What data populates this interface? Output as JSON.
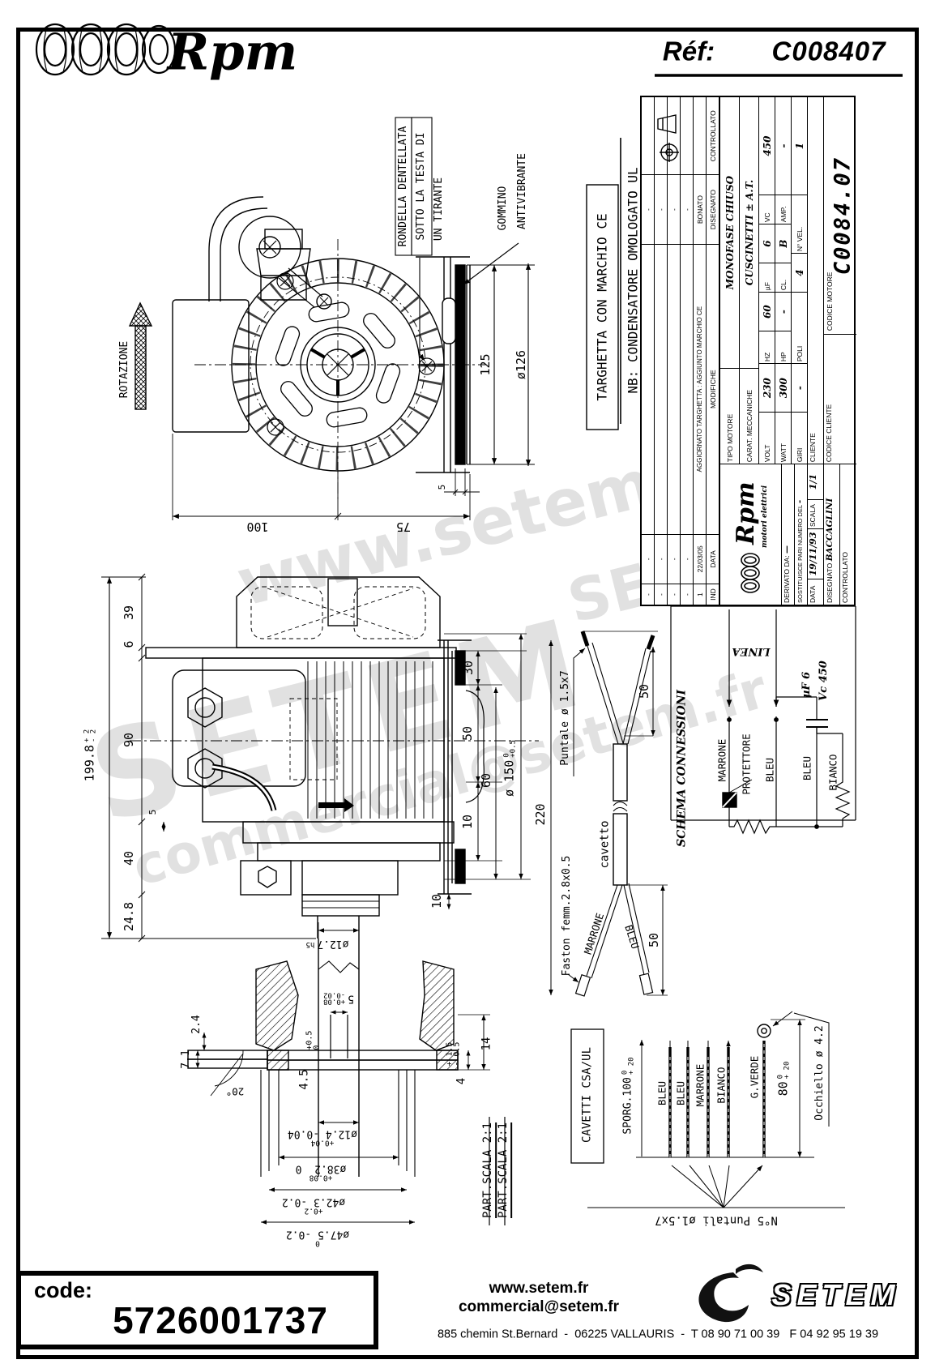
{
  "header": {
    "brand": "Rpm",
    "ref_label": "Réf:",
    "ref_value": "C008407"
  },
  "watermark": {
    "line1": "www.setem.fr",
    "line2": "SETEM",
    "line3": "commercial@setem.fr",
    "line4": "SETEM.fr"
  },
  "v1": {
    "rotazione": "ROTAZIONE",
    "rondella1": "RONDELLA DENTELLATA",
    "rondella2": "SOTTO LA TESTA DI",
    "rondella3": "UN TIRANTE",
    "gommino1": "GOMMINO",
    "gommino2": "ANTIVIBRANTE",
    "d125": "125",
    "d126": "ø126",
    "d5": "5",
    "d100": "100",
    "d75": "75"
  },
  "notes": {
    "targhetta": "TARGHETTA CON MARCHIO CE",
    "nb": "NB: CONDENSATORE OMOLOGATO UL"
  },
  "v2": {
    "d39": "39",
    "d6": "6",
    "d90": "90",
    "d40": "40",
    "d248": "24.8",
    "total": "199.8",
    "tp": "+ 2",
    "tm": "- 2",
    "d5": "5",
    "d30": "30",
    "d50": "50",
    "d10": "10",
    "d60": "60",
    "d150": "ø 150",
    "d150a": "0",
    "d150b": "+0.5",
    "d10b": "10"
  },
  "cable": {
    "d220": "220",
    "d50top": "50",
    "d50bot": "50",
    "cavetto": "cavetto",
    "puntale": "Puntale ø 1.5x7",
    "faston": "Faston femm.2.8x0.5",
    "marrone": "MARRONE",
    "bleu": "BLEU"
  },
  "schema": {
    "title": "SCHEMA CONNESSIONI",
    "linea": "LINEA",
    "marrone": "MARRONE",
    "protettore": "PROTETTORE",
    "bleu1": "BLEU",
    "bleu2": "BLEU",
    "bianco": "BIANCO",
    "uf": "µF 6",
    "vc": "Vc 450"
  },
  "cavetti": {
    "box": "CAVETTI CSA/UL",
    "sporg": "SPORG.100",
    "sporg_a": "0",
    "sporg_b": "+ 20",
    "w1": "BLEU",
    "w2": "BLEU",
    "w3": "MARRONE",
    "w4": "BIANCO",
    "w5": "G.VERDE",
    "d80": "80",
    "d80a": "0",
    "d80b": "+ 20",
    "occhiello": "Occhiello ø 4.2",
    "puntali": "N°5 Puntali ø1.5x7"
  },
  "detail": {
    "scala1": "PART.SCALA 2:1",
    "scala2": "PART.SCALA 2:1",
    "d127": "ø12.7",
    "d127t": "h5",
    "key": "5",
    "keya": "+0.08",
    "keyb": "-0.02",
    "d24": "2.4",
    "d71": "7.1",
    "ang": "20°",
    "d45": "4.5",
    "d45a": "+0.5",
    "d45b": "0",
    "d14": "14",
    "d14a": "+ 1.5",
    "d14b": "- 0.5",
    "d4": "4",
    "d124a": "+0.04",
    "d124": "ø12.4 -0.04",
    "d382a": "+0.08",
    "d382": "ø38.2  0",
    "d423a": "+0.2",
    "d423": "ø42.3 -0.2",
    "d475a": "0",
    "d475": "ø47.5 -0.2"
  },
  "tb": {
    "rev": {
      "headers": [
        "IND",
        "DATA",
        "MODIFICHE",
        "DISEGNATO",
        "CONTROLLATO"
      ],
      "rows": [
        [
          "-",
          "-",
          "",
          "-",
          ""
        ],
        [
          "-",
          "-",
          "",
          "-",
          ""
        ],
        [
          "-",
          "-",
          "",
          "-",
          ""
        ],
        [
          "-",
          "-",
          "",
          "-",
          ""
        ],
        [
          "1",
          "22/03/05",
          "AGGIORNATO TARGHETTA : AGGIUNTO MARCHIO CE",
          "BONATO",
          ""
        ]
      ]
    },
    "tipo_label": "TIPO MOTORE",
    "tipo": "MONOFASE CHIUSO",
    "carat_label": "CARAT. MECCANICHE",
    "carat": "CUSCINETTI ± A.T.",
    "volt_l": "VOLT",
    "volt": "230",
    "hz_l": "HZ",
    "hz": "60",
    "uf_l": "µF",
    "uf": "6",
    "vc_l": "VC",
    "vc": "450",
    "watt_l": "WATT",
    "watt": "300",
    "hp_l": "HP",
    "hp": "-",
    "cl_l": "CL.",
    "cl": "B",
    "amp_l": "AMP.",
    "amp": "-",
    "giri_l": "GIRI",
    "giri": "-",
    "poli_l": "POLI",
    "poli": "4",
    "nvel_l": "N° VEL.",
    "nvel": "1",
    "cliente_l": "CLIENTE",
    "codcli_l": "CODICE CLIENTE",
    "codmot_l": "CODICE MOTORE",
    "codmot": "C0084.07",
    "logo": "Rpm",
    "logo_sub": "motori elettrici",
    "derivato_l": "DERIVATO DA:",
    "derivato": "—",
    "sost_l": "SOSTITUISCE PARI NUMERO DEL",
    "sost": "-",
    "data_l": "DATA",
    "data": "19/11/93",
    "scala_l": "SCALA",
    "scala": "1/1",
    "dis_l": "DISEGNATO",
    "dis": "BACCAGLINI",
    "ctrl_l": "CONTROLLATO"
  },
  "footer": {
    "code_label": "code:",
    "code": "5726001737",
    "site": "www.setem.fr",
    "email": "commercial@setem.fr",
    "address": "885 chemin St.Bernard  -  06225 VALLAURIS  -  T 08 90 71 00 39   F 04 92 95 19 39",
    "brand": "SETEM"
  }
}
